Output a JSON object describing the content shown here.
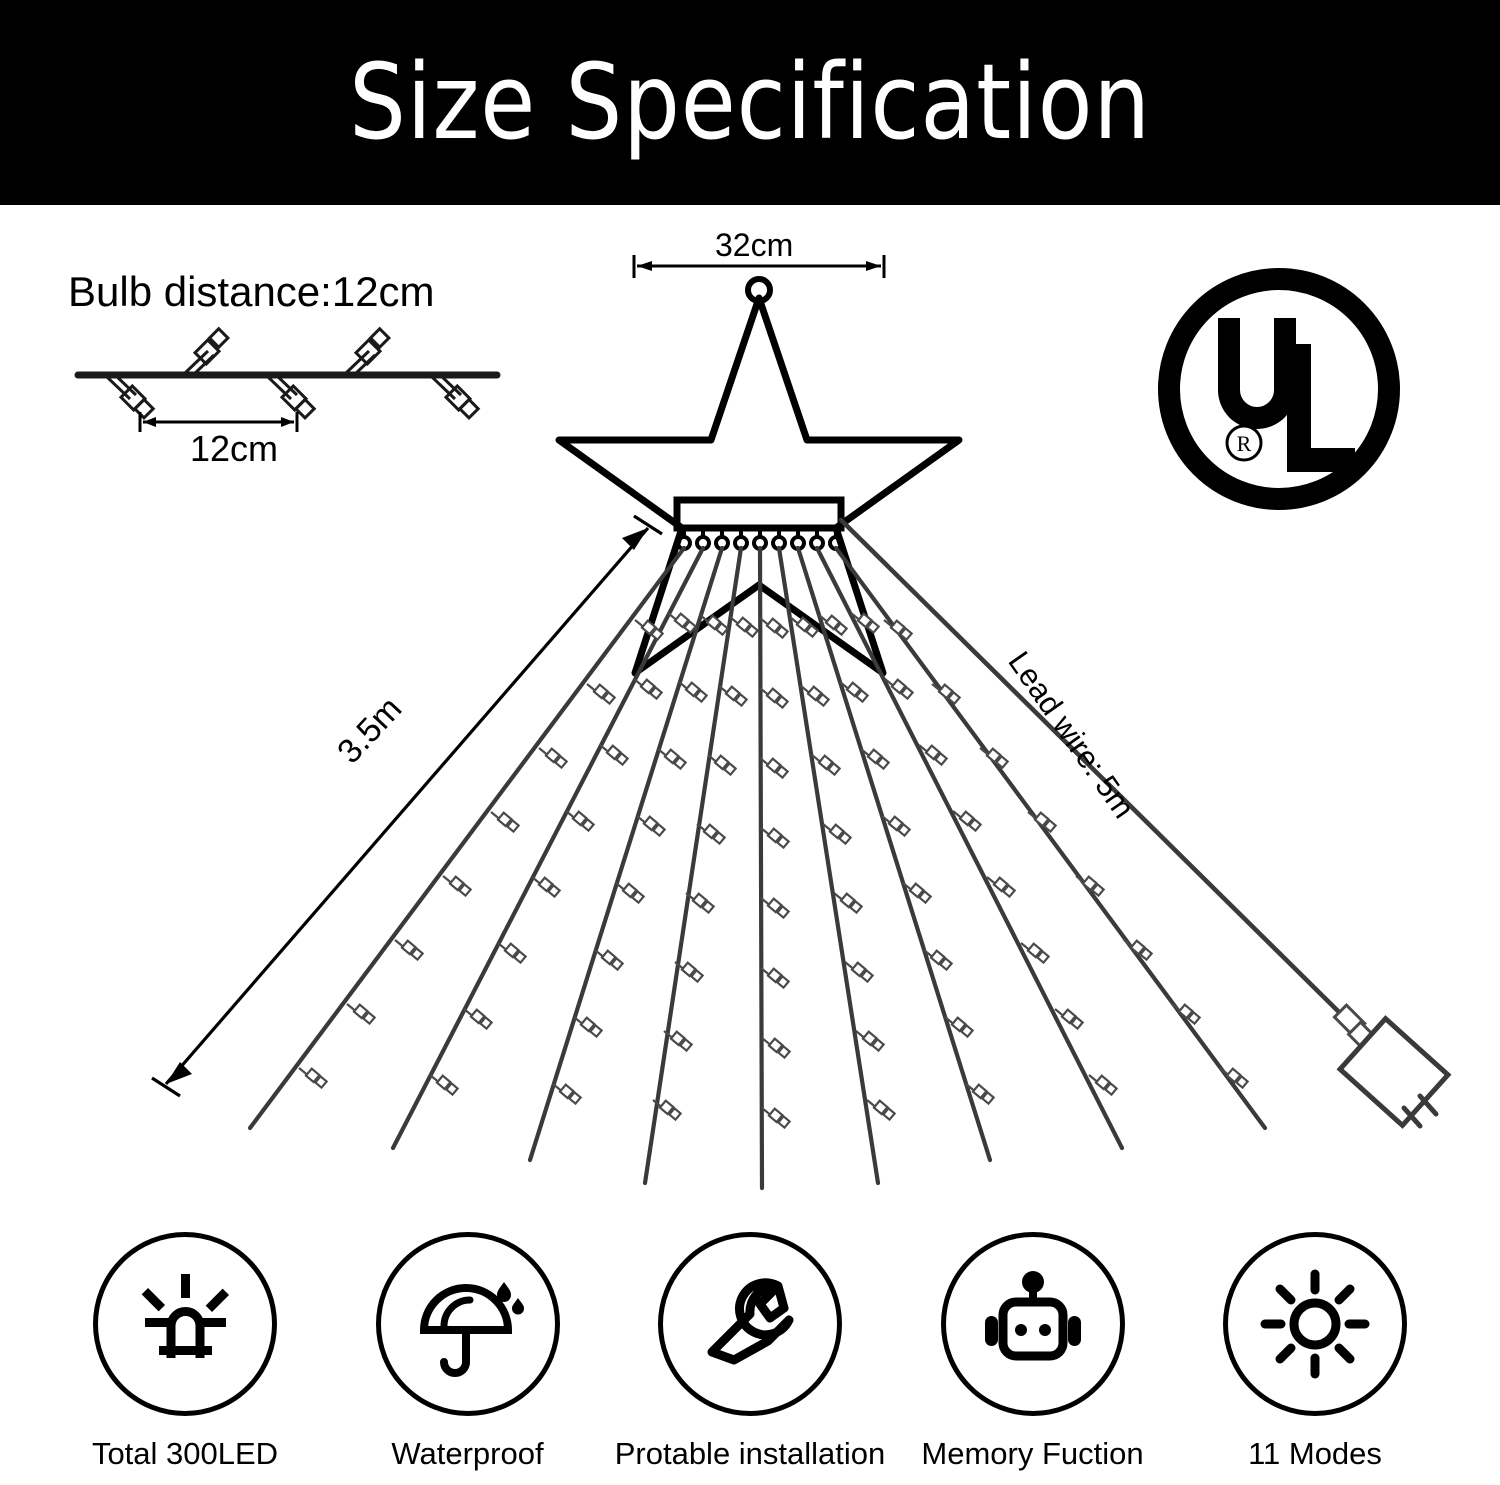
{
  "header": {
    "title": "Size Specification",
    "background_color": "#000000",
    "text_color": "#ffffff"
  },
  "diagram": {
    "bulb_detail": {
      "title": "Bulb distance:12cm",
      "dimension_label": "12cm",
      "icon": "bulb-string-wire"
    },
    "star": {
      "width_label": "32cm",
      "icon": "star-topper-outline",
      "hanger_count": 9
    },
    "strand_length_label": "3.5m",
    "lead_wire_label": "Lead wire: 5m",
    "adapter_icon": "power-adapter-plug",
    "certification": {
      "mark": "UL",
      "registered_symbol": "®",
      "icon": "ul-certification-mark"
    }
  },
  "features": [
    {
      "icon": "led-bulb-icon",
      "label": "Total 300LED"
    },
    {
      "icon": "umbrella-icon",
      "label": "Waterproof"
    },
    {
      "icon": "wrench-icon",
      "label": "Protable installation"
    },
    {
      "icon": "robot-head-icon",
      "label": "Memory Fuction"
    },
    {
      "icon": "sun-brightness-icon",
      "label": "11 Modes"
    }
  ],
  "colors": {
    "ink": "#000000",
    "paper": "#ffffff",
    "wire": "#3a3a3a"
  }
}
